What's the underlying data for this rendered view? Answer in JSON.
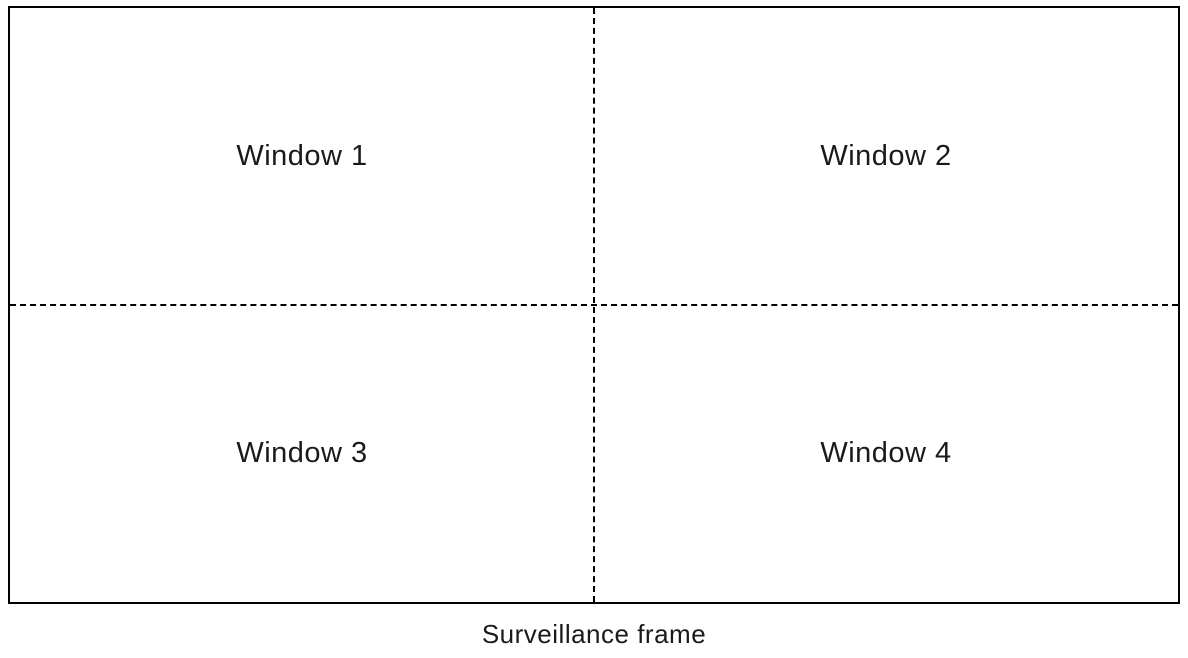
{
  "frame": {
    "windows": [
      {
        "label": "Window 1"
      },
      {
        "label": "Window 2"
      },
      {
        "label": "Window 3"
      },
      {
        "label": "Window 4"
      }
    ],
    "caption": "Surveillance  frame"
  },
  "colors": {
    "border": "#000000",
    "divider": "#000000",
    "background": "#ffffff",
    "text": "#1a1a1a"
  }
}
